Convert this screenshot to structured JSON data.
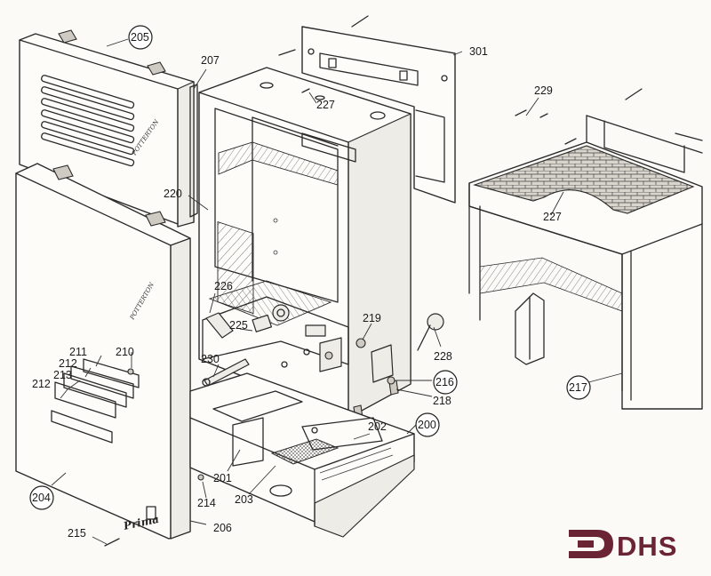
{
  "diagram": {
    "labels": {
      "p200": "200",
      "p201": "201",
      "p202": "202",
      "p203": "203",
      "p204": "204",
      "p205": "205",
      "p206": "206",
      "p207": "207",
      "p210": "210",
      "p211": "211",
      "p212a": "212",
      "p212b": "212",
      "p213": "213",
      "p214": "214",
      "p215": "215",
      "p216": "216",
      "p217": "217",
      "p218": "218",
      "p219": "219",
      "p220": "220",
      "p225": "225",
      "p226": "226",
      "p227a": "227",
      "p227b": "227",
      "p228": "228",
      "p229": "229",
      "p230": "230",
      "p301": "301"
    },
    "panel_marks": {
      "potterton_top": "POTTERTON",
      "potterton_front": "POTTERTON",
      "prima": "Prima"
    }
  },
  "logo": {
    "text": "DHS",
    "color": "#6b2434"
  }
}
